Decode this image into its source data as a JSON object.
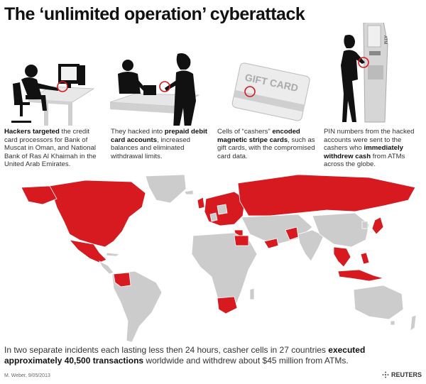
{
  "title": "The ‘unlimited operation’ cyberattack",
  "panels": [
    {
      "pre": "",
      "bold": "Hackers targeted",
      "post": " the credit card processors for Bank of Muscat in Oman, and National Bank of Ras Al Khaimah in the United Arab Emirates."
    },
    {
      "pre": "They hacked into ",
      "bold": "prepaid debit card accounts",
      "post": ", increased balances and eliminated withdrawal limits."
    },
    {
      "pre": "Cells of “cashers” ",
      "bold": "encoded magnetic stripe cards",
      "post": ", such as gift cards, with the compromised card data."
    },
    {
      "pre": "PIN numbers from the hacked accounts were sent to the cashers who ",
      "bold": "immediately withdrew cash",
      "post": " from ATMs across the globe."
    }
  ],
  "gift_card_text": "GIFT CARD",
  "atm_text": "ATM",
  "summary": {
    "pre": "In two separate incidents each lasting less then 24 hours, casher cells in 27 countries ",
    "bold1": "executed approximately 40,500 transactions",
    "post": " worldwide and withdrew about $45 million from ATMs."
  },
  "credit": "M. Weber, 9/05/2013",
  "source": "REUTERS",
  "colors": {
    "accent": "#d71920",
    "land": "#cccccc",
    "silhouette": "#111111"
  }
}
